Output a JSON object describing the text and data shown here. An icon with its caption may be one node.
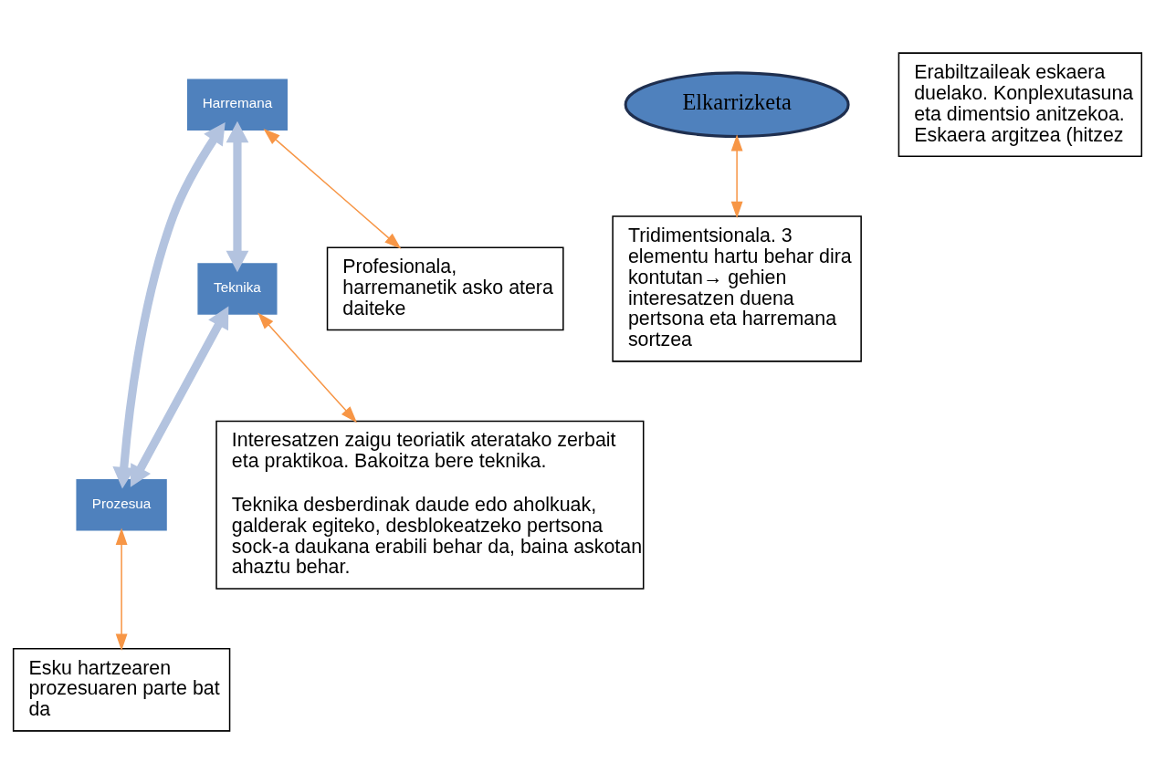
{
  "diagram": {
    "nodes": [
      {
        "text": [
          "Harremana"
        ]
      },
      {
        "text": [
          "Elkarrizketa"
        ]
      },
      {
        "text": [
          "Teknika"
        ]
      },
      {
        "text": [
          "Prozesua"
        ]
      },
      {
        "text": [
          "Profesionala, harremanetik asko atera daiteke"
        ]
      },
      {
        "text": [
          "Tridimentsionala. 3 elementu hartu behar dira kontutan→ gehien interesatzen duena pertsona eta harremana sortzea"
        ]
      },
      {
        "text": [
          "Interesatzen zaigu teoriatik ateratako zerbait eta praktikoa. Bakoitza bere teknika.",
          "Teknika desberdinak daude edo aholkuak, galderak egiteko, desblokeatzeko pertsona sock-a daukana erabili behar da, baina askotan ahaztu behar."
        ]
      },
      {
        "text": [
          "Esku hartzearen prozesuaren parte bat da"
        ]
      },
      {
        "text": [
          "Erabiltzaileak eskaera duelako. Konplexutasuna eta dimentsio anitzekoa. Eskaera argitzea (hitzez"
        ]
      }
    ],
    "edges": [
      {
        "from": 0,
        "to": 2,
        "arrow": "both",
        "style": "thick",
        "color": "#b3c3df"
      },
      {
        "from": 0,
        "to": 3,
        "arrow": "both",
        "style": "thick",
        "color": "#b3c3df"
      },
      {
        "from": 2,
        "to": 3,
        "arrow": "both",
        "style": "thick",
        "color": "#b3c3df"
      },
      {
        "from": 0,
        "to": 4,
        "arrow": "both"
      },
      {
        "from": 1,
        "to": 5,
        "arrow": "both"
      },
      {
        "from": 2,
        "to": 6,
        "arrow": "both"
      },
      {
        "from": 3,
        "to": 7,
        "arrow": "both"
      }
    ]
  }
}
